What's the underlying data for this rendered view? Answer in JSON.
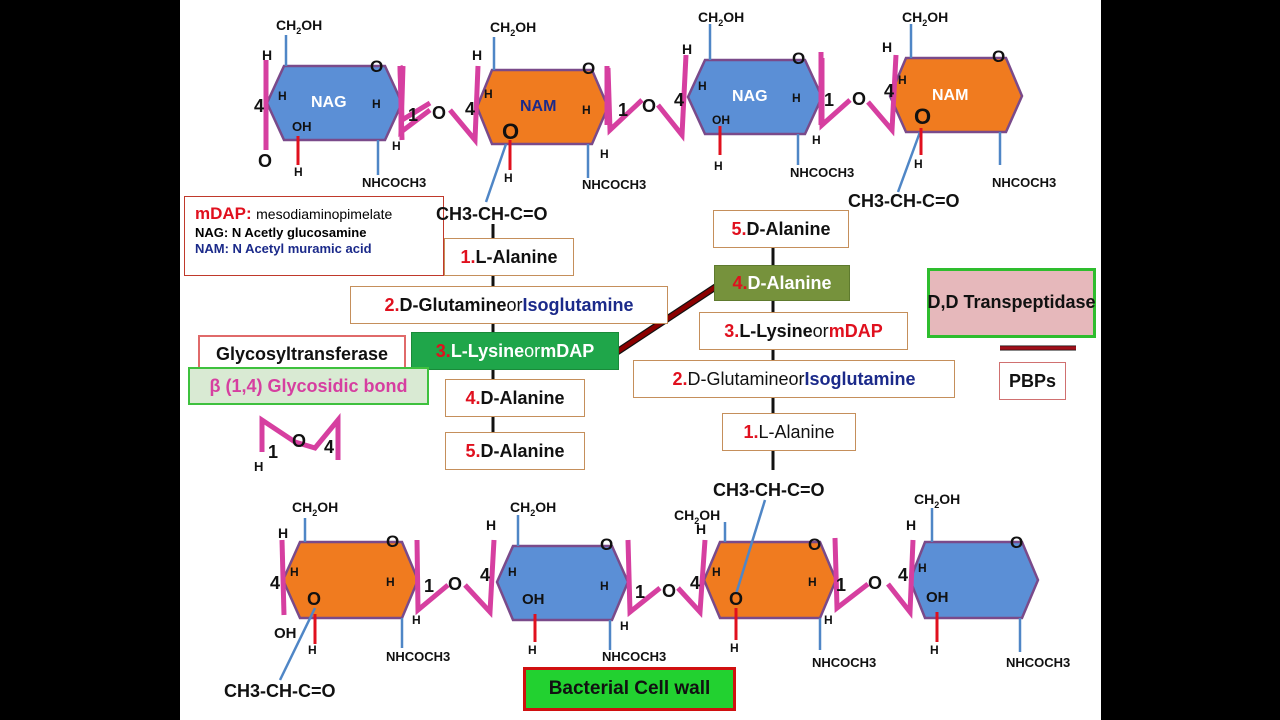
{
  "top_sugars": [
    {
      "label": "NAG",
      "color": "#5b8fd6"
    },
    {
      "label": "NAM",
      "color": "#f07b1f"
    },
    {
      "label": "NAG",
      "color": "#5b8fd6"
    },
    {
      "label": "NAM",
      "color": "#f07b1f"
    }
  ],
  "chem": {
    "ch2oh_ch2": "CH",
    "ch2oh_sub": "2",
    "ch2oh_oh": "OH",
    "h": "H",
    "o": "O",
    "oh": "OH",
    "one": "1",
    "four": "4",
    "nhcoch3": "NHCOCH3",
    "lactyl": "CH3-CH-C=O"
  },
  "legend": {
    "mdap_key": "mDAP:",
    "mdap_val": "mesodiaminopimelate",
    "nag": "NAG: N Acetly glucosamine",
    "nam": "NAM: N Acetyl muramic acid"
  },
  "left_chain": {
    "n1": "1.",
    "l1": "L-Alanine",
    "n2": "2.",
    "l2a": "D-Glutamine",
    "l2or": " or ",
    "l2b": "Isoglutamine",
    "n3": "3.",
    "l3a": "L-Lysine",
    "l3or": " or ",
    "l3b": "mDAP",
    "n4": "4.",
    "l4": " D-Alanine",
    "n5": "5.",
    "l5": " D-Alanine"
  },
  "right_chain": {
    "n5": "5.",
    "l5": "D-Alanine",
    "n4": "4.",
    "l4": "D-Alanine",
    "n3": "3.",
    "l3a": " L-Lysine",
    "l3or": " or ",
    "l3b": "mDAP",
    "n2": "2.",
    "l2a": " D-Glutamine",
    "l2or": " or ",
    "l2b": "Isoglutamine",
    "n1": "1.",
    "l1": " L-Alanine"
  },
  "glycosyltransferase": "Glycosyltransferase",
  "glycosidic_bond": "β (1,4) Glycosidic bond",
  "transpeptidase": "D,D Transpeptidase",
  "pbps": "PBPs",
  "cell_wall": "Bacterial Cell wall",
  "colors": {
    "nag": "#5b8fd6",
    "nam": "#f07b1f",
    "bond": "#d63fa0",
    "link": "#8b0000",
    "hex_border": "#7a4a8a"
  }
}
